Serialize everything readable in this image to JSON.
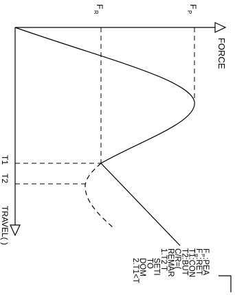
{
  "labels": {
    "fr": "F",
    "fr_sub": "R",
    "fp": "F",
    "fp_sub": "P",
    "force_axis": "FORCE",
    "t1": "T1",
    "t2": "T2",
    "travel_axis": "TRAVEL(   )"
  },
  "legend": [
    "F",
    "F",
    "T1:CON",
    "T2:BUT",
    "C/R=(",
    "REMAR",
    "1.T2  T",
    "SETI",
    "TO",
    "DOM",
    "2.T1<T"
  ],
  "legend_tails": [
    ":PEA",
    ":RET"
  ],
  "legend_subs": [
    "P",
    "R"
  ],
  "colors": {
    "ink": "#000000",
    "background": "#ffffff"
  }
}
